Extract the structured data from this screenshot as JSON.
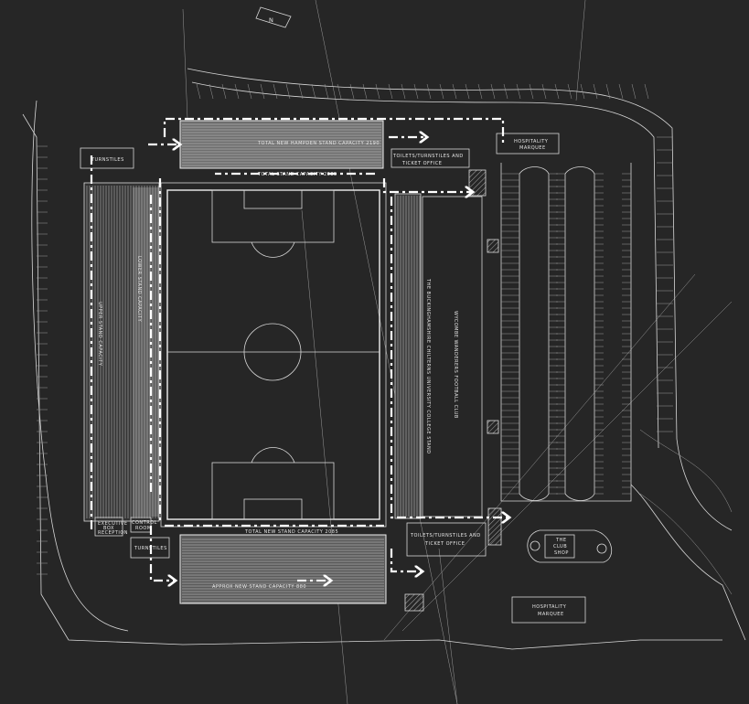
{
  "drawing": {
    "north_label": "N",
    "labels": {
      "north_stand_capacity": "TOTAL NEW HAMPDEN STAND CAPACITY 2190",
      "north_stand_total": "TOTAL STAND CAPACITY 2085",
      "south_stand_total": "TOTAL NEW STAND CAPACITY 2085",
      "south_stand_approx": "APPROX NEW STAND CAPACITY 880",
      "east_stand": "THE BUCKINGHAMSHIRE CHILTERNS UNIVERSITY COLLEGE STAND",
      "club_name": "WYCOMBE WANDERERS FOOTBALL CLUB",
      "west_stand": "LOWER STAND CAPACITY",
      "west_upper": "UPPER STAND CAPACITY",
      "turnstiles_nw": "TURNSTILES",
      "turnstiles_sw": "TURNSTILES",
      "toilets_north": [
        "TOILETS/TURNSTILES AND",
        "TICKET OFFICE"
      ],
      "toilets_south": [
        "TOILETS/TURNSTILES AND",
        "TICKET OFFICE"
      ],
      "hospitality_north": [
        "HOSPITALITY",
        "MARQUEE"
      ],
      "hospitality_south": [
        "HOSPITALITY",
        "MARQUEE"
      ],
      "club_shop": [
        "THE",
        "CLUB",
        "SHOP"
      ],
      "executive_box": [
        "EXECUTIVE",
        "BOX",
        "RECEPTION"
      ],
      "control_room": [
        "CONTROL",
        "ROOM"
      ]
    }
  }
}
